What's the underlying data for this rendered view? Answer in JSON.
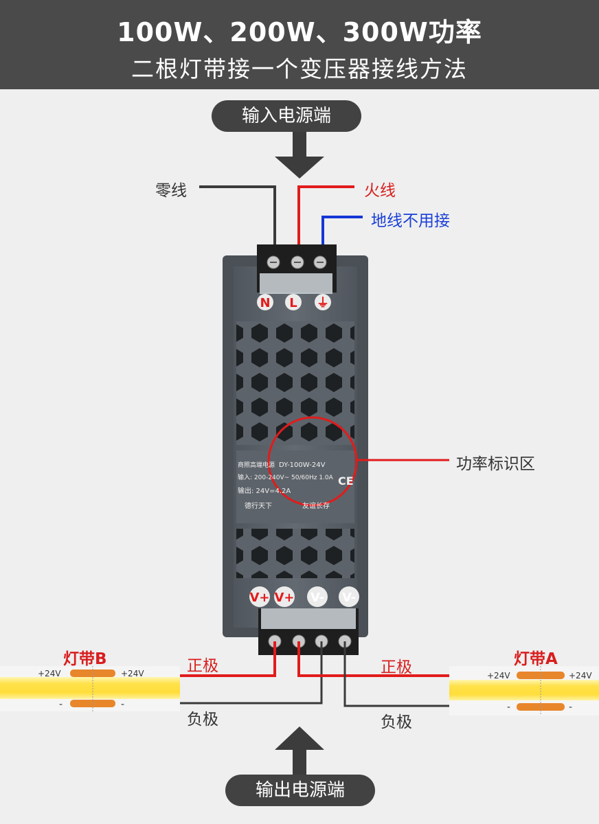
{
  "header": {
    "title": "100W、200W、300W功率",
    "subtitle": "二根灯带接一个变压器接线方法"
  },
  "input_label": "输入电源端",
  "output_label": "输出电源端",
  "wires": {
    "neutral": "零线",
    "live": "火线",
    "ground": "地线不用接"
  },
  "power_mark_label": "功率标识区",
  "terminals_top": [
    "N",
    "L",
    "⏚"
  ],
  "terminals_bottom": [
    "V+",
    "V+",
    "V-",
    "V-"
  ],
  "nameplate": {
    "brand": "商照高端电源",
    "model": "DY-100W-24V",
    "input": "输入: 200-240V~ 50/60Hz 1.0A",
    "output": "输出: 24V=4.2A",
    "ce": "CE",
    "slogan_left": "德行天下",
    "slogan_right": "友谊长存"
  },
  "strip_b": {
    "name": "灯带B",
    "plus_left": "+24V",
    "plus_right": "+24V",
    "minus_left": "-",
    "minus_right": "-",
    "positive": "正极",
    "negative": "负极"
  },
  "strip_a": {
    "name": "灯带A",
    "plus_left": "+24V",
    "plus_right": "+24V",
    "minus_left": "-",
    "minus_right": "-",
    "positive": "正极",
    "negative": "负极"
  },
  "colors": {
    "header_bg": "#4a4a4a",
    "red_wire": "#e21b1b",
    "blue_wire": "#1537d6",
    "dark_wire": "#3a3a3a",
    "device_body": "#5d636a",
    "strip_yellow": "#ffe04a"
  }
}
